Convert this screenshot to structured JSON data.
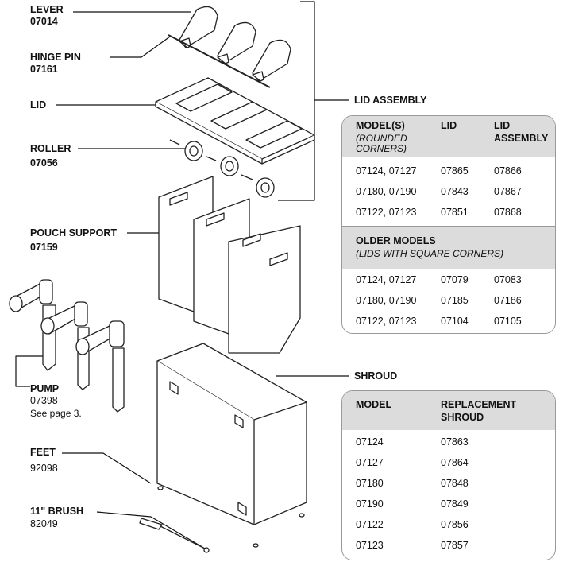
{
  "labels": {
    "lever": {
      "name": "LEVER",
      "part": "07014"
    },
    "hinge_pin": {
      "name": "HINGE PIN",
      "part": "07161"
    },
    "lid": {
      "name": "LID"
    },
    "roller": {
      "name": "ROLLER",
      "part": "07056"
    },
    "pouch_support": {
      "name": "POUCH SUPPORT",
      "part": "07159"
    },
    "pump": {
      "name": "PUMP",
      "part": "07398",
      "note": "See page 3."
    },
    "feet": {
      "name": "FEET",
      "part": "92098"
    },
    "brush": {
      "name": "11\" BRUSH",
      "part": "82049"
    },
    "lid_assembly": {
      "name": "LID ASSEMBLY"
    },
    "shroud": {
      "name": "SHROUD"
    }
  },
  "lid_table": {
    "headers": {
      "models": "MODEL(S)",
      "models_sub1": "(ROUNDED",
      "models_sub2": "CORNERS)",
      "lid": "LID",
      "assembly1": "LID",
      "assembly2": "ASSEMBLY"
    },
    "rows": [
      {
        "models": "07124, 07127",
        "lid": "07865",
        "assembly": "07866"
      },
      {
        "models": "07180, 07190",
        "lid": "07843",
        "assembly": "07867"
      },
      {
        "models": "07122, 07123",
        "lid": "07851",
        "assembly": "07868"
      }
    ],
    "older_header": "OLDER MODELS",
    "older_sub": "(LIDS WITH SQUARE CORNERS)",
    "older_rows": [
      {
        "models": "07124, 07127",
        "lid": "07079",
        "assembly": "07083"
      },
      {
        "models": "07180, 07190",
        "lid": "07185",
        "assembly": "07186"
      },
      {
        "models": "07122, 07123",
        "lid": "07104",
        "assembly": "07105"
      }
    ]
  },
  "shroud_table": {
    "headers": {
      "model": "MODEL",
      "replacement1": "REPLACEMENT",
      "replacement2": "SHROUD"
    },
    "rows": [
      {
        "model": "07124",
        "shroud": "07863"
      },
      {
        "model": "07127",
        "shroud": "07864"
      },
      {
        "model": "07180",
        "shroud": "07848"
      },
      {
        "model": "07190",
        "shroud": "07849"
      },
      {
        "model": "07122",
        "shroud": "07856"
      },
      {
        "model": "07123",
        "shroud": "07857"
      }
    ]
  }
}
